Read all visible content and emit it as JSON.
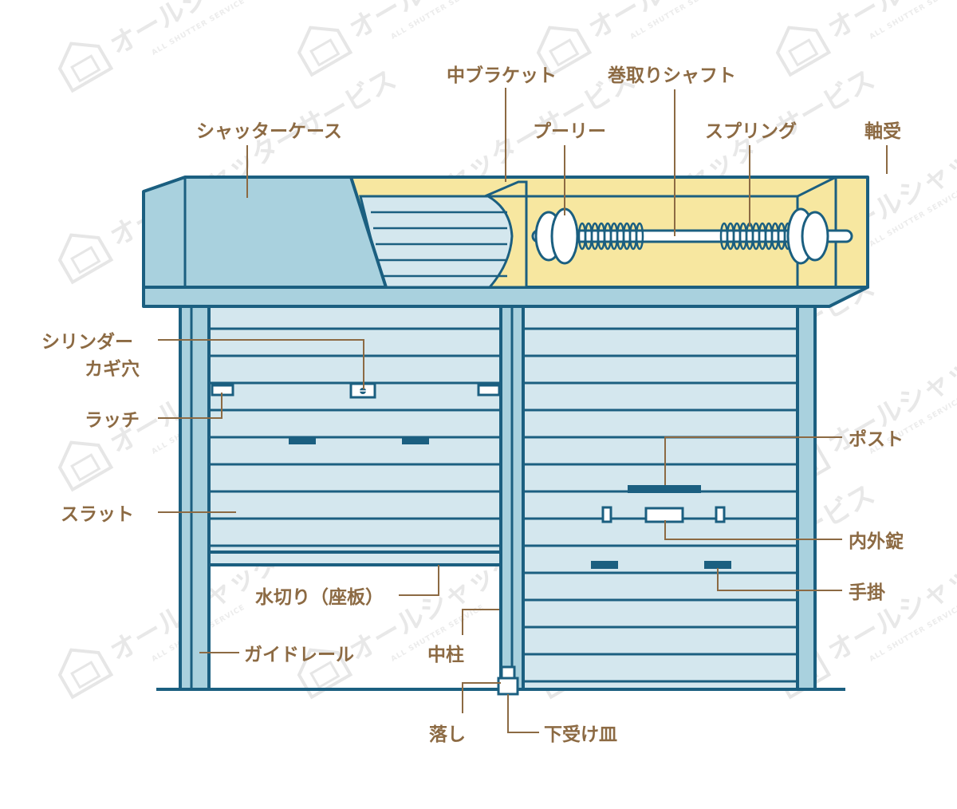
{
  "watermark": {
    "text": "オールシャッターサービス",
    "subtext": "ALL SHUTTER SERVICE"
  },
  "colors": {
    "outline": "#1b5f80",
    "case_fill": "#a9d1de",
    "slat_fill": "#d4e7ee",
    "yellow": "#f7e7a0",
    "label": "#8c6a43",
    "leader": "#8c6a43"
  },
  "labels": {
    "shutter_case": "シャッターケース",
    "middle_bracket": "中ブラケット",
    "winding_shaft": "巻取りシャフト",
    "pulley": "プーリー",
    "spring": "スプリング",
    "bearing": "軸受",
    "cylinder_line1": "シリンダー",
    "cylinder_line2": "カギ穴",
    "latch": "ラッチ",
    "slat": "スラット",
    "bottom_bar": "水切り（座板）",
    "guide_rail": "ガイドレール",
    "center_post": "中柱",
    "drop_bolt": "落し",
    "floor_receiver": "下受け皿",
    "mail_slot": "ポスト",
    "inside_outside_lock": "内外錠",
    "handle": "手掛"
  }
}
